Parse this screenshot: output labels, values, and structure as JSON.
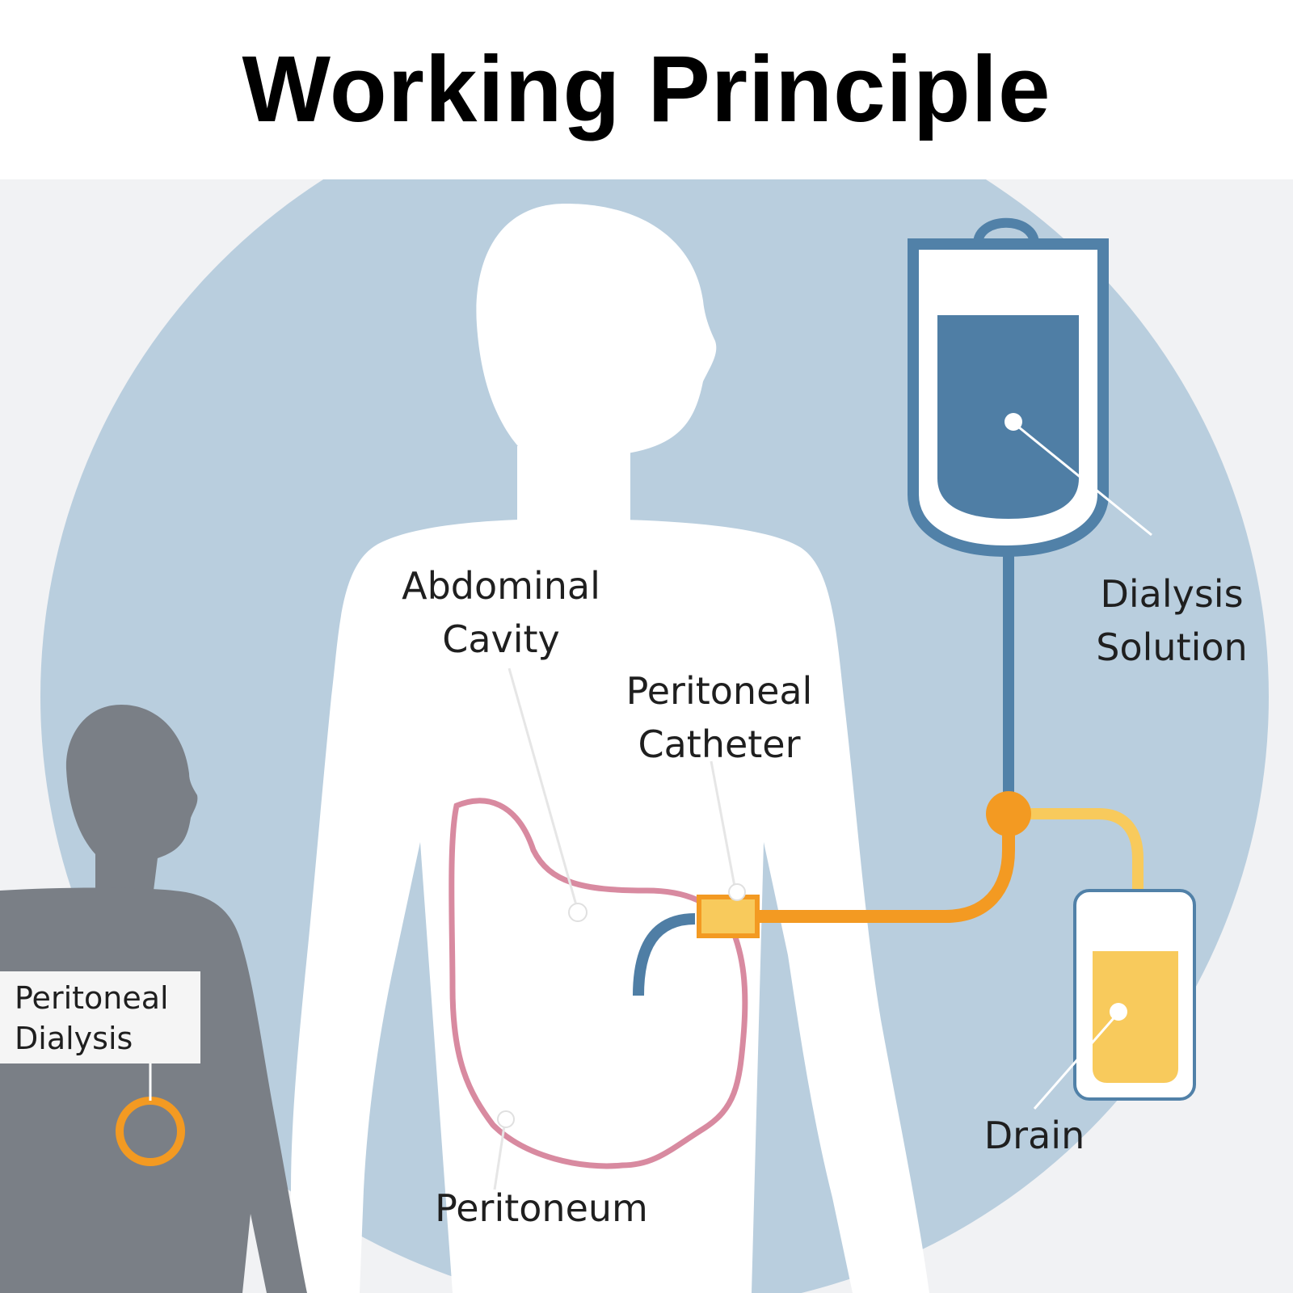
{
  "title": "Working Principle",
  "labels": {
    "abdominal_cavity": [
      "Abdominal",
      "Cavity"
    ],
    "peritoneal_catheter": [
      "Peritoneal",
      "Catheter"
    ],
    "dialysis_solution": [
      "Dialysis",
      "Solution"
    ],
    "drain": "Drain",
    "peritoneum": "Peritoneum",
    "peritoneal_dialysis": [
      "Peritoneal",
      "Dialysis"
    ]
  },
  "colors": {
    "background_circle": "#b9cede",
    "body_silhouette": "#ffffff",
    "small_silhouette": "#7a7f86",
    "bag_blue": "#4f7ea5",
    "bag_outline": "#5181a8",
    "tube_orange": "#f39a22",
    "tube_yellow": "#f8ca5c",
    "drain_fluid": "#f8ca5c",
    "peritoneum_line": "#d88aa0",
    "catheter_blue": "#4f7ea5",
    "marker_ring": "#f39a22"
  },
  "icons": [
    "dialysis-bag-icon",
    "drain-bag-icon",
    "human-silhouette-icon",
    "catheter-port-icon"
  ]
}
